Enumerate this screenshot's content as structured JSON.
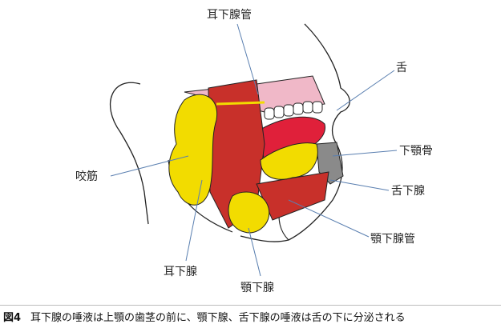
{
  "labels": {
    "parotid_duct": "耳下腺管",
    "tongue": "舌",
    "mandible": "下顎骨",
    "masseter": "咬筋",
    "sublingual_gland": "舌下腺",
    "submandibular_duct": "顎下腺管",
    "parotid_gland": "耳下腺",
    "submandibular_gland": "顎下腺"
  },
  "caption": {
    "figure_number": "図4",
    "text": "耳下腺の唾液は上顎の歯茎の前に、顎下腺、舌下腺の唾液は舌の下に分泌される"
  },
  "colors": {
    "gland": "#f2dc00",
    "muscle": "#c8302a",
    "gum": "#f0b8c8",
    "bone": "#8a8a8a",
    "leader": "#5a7fb0"
  }
}
